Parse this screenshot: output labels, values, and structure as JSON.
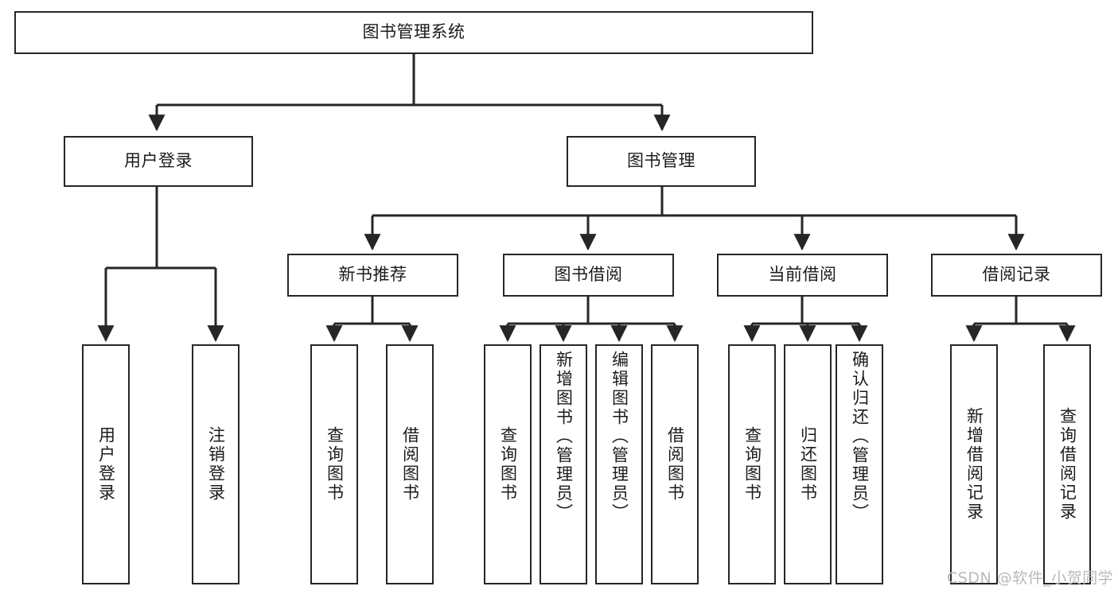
{
  "diagram": {
    "type": "tree",
    "title_node": {
      "id": "root",
      "label": "图书管理系统"
    },
    "level2": [
      {
        "id": "user-login",
        "label": "用户登录"
      },
      {
        "id": "book-manage",
        "label": "图书管理"
      }
    ],
    "level3": [
      {
        "id": "new-book-recommend",
        "label": "新书推荐"
      },
      {
        "id": "book-borrow",
        "label": "图书借阅"
      },
      {
        "id": "current-borrow",
        "label": "当前借阅"
      },
      {
        "id": "borrow-record",
        "label": "借阅记录"
      }
    ],
    "leaves": {
      "user_login": [
        {
          "id": "leaf-user-login",
          "label": "用户登录"
        },
        {
          "id": "leaf-logout",
          "label": "注销登录"
        }
      ],
      "new_book_recommend": [
        {
          "id": "leaf-query-book-1",
          "label": "查询图书"
        },
        {
          "id": "leaf-borrow-book-1",
          "label": "借阅图书"
        }
      ],
      "book_borrow": [
        {
          "id": "leaf-query-book-2",
          "label": "查询图书"
        },
        {
          "id": "leaf-add-book",
          "label": "新增图书（管理员）"
        },
        {
          "id": "leaf-edit-book",
          "label": "编辑图书（管理员）"
        },
        {
          "id": "leaf-borrow-book-2",
          "label": "借阅图书"
        }
      ],
      "current_borrow": [
        {
          "id": "leaf-query-book-3",
          "label": "查询图书"
        },
        {
          "id": "leaf-return-book",
          "label": "归还图书"
        },
        {
          "id": "leaf-confirm-return",
          "label": "确认归还（管理员）"
        }
      ],
      "borrow_record": [
        {
          "id": "leaf-add-record",
          "label": "新增借阅记录"
        },
        {
          "id": "leaf-query-record",
          "label": "查询借阅记录"
        }
      ]
    }
  },
  "watermark": {
    "text": "CSDN @软件_小贺同学"
  },
  "colors": {
    "stroke": "#262626",
    "background": "#ffffff",
    "text": "#1b1b1b",
    "watermark": "#b9b9b9"
  }
}
